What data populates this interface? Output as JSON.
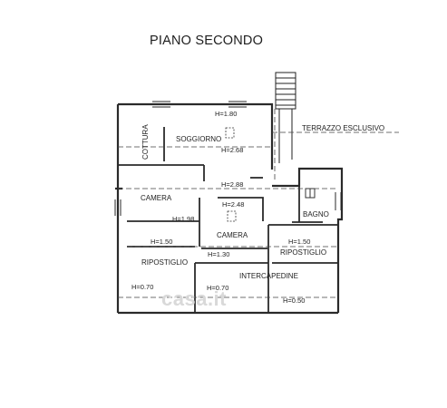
{
  "plan": {
    "title": "PIANO SECONDO",
    "watermark": "casa.it",
    "rooms": {
      "cottura": "COTTURA",
      "soggiorno": "SOGGIORNO",
      "camera_1": "CAMERA",
      "camera_2": "CAMERA",
      "bagno": "BAGNO",
      "ripostiglio_1": "RIPOSTIGLIO",
      "ripostiglio_2": "RIPOSTIGLIO",
      "intercapedine": "INTERCAPEDINE",
      "terrazzo": "TERRAZZO ESCLUSIVO"
    },
    "heights": {
      "h1": "H=1.80",
      "h2": "H=2.68",
      "h3": "H=2.88",
      "h4": "H=2.48",
      "h5": "H=1.98",
      "h6": "H=1.50",
      "h7": "H=1.50",
      "h8": "H=1.30",
      "h9": "H=0.70",
      "h10": "H=0.70",
      "h11": "H=0.50"
    },
    "colors": {
      "line": "#1e1e1e",
      "wall": "#2a2a2a",
      "watermark": "#d9d9d9"
    }
  }
}
